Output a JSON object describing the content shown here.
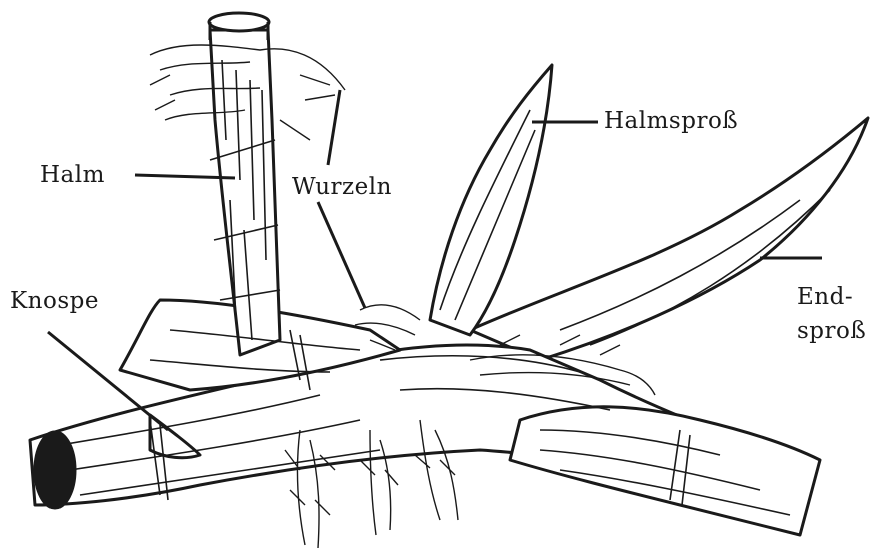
{
  "labels": {
    "halm": "Halm",
    "wurzeln": "Wurzeln",
    "halmspross": "Halmsproß",
    "knospe": "Knospe",
    "endspross_line1": "End-",
    "endspross_line2": "sproß"
  },
  "colors": {
    "ink": "#1a1a1a",
    "paper": "#ffffff"
  }
}
